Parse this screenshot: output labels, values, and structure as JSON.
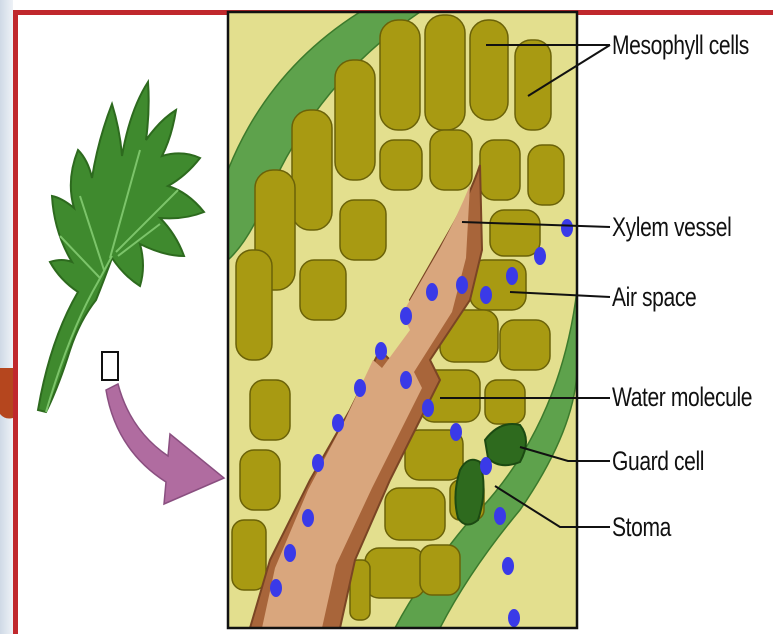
{
  "labels": {
    "mesophyll": "Mesophyll cells",
    "xylem": "Xylem vessel",
    "air_space": "Air space",
    "water": "Water molecule",
    "guard": "Guard cell",
    "stoma": "Stoma"
  },
  "colors": {
    "frame": "#c0282d",
    "mesophyll": "#a89a12",
    "mesophyll_edge": "#6b6208",
    "air_space": "#e3df8e",
    "epidermis": "#5ea24c",
    "xylem_wall": "#a8653a",
    "xylem_lumen": "#d9a67d",
    "water": "#3a3ae8",
    "guard_cell": "#2e6a1e",
    "leaf": "#3f8a2e",
    "arrow": "#b06ca0"
  }
}
